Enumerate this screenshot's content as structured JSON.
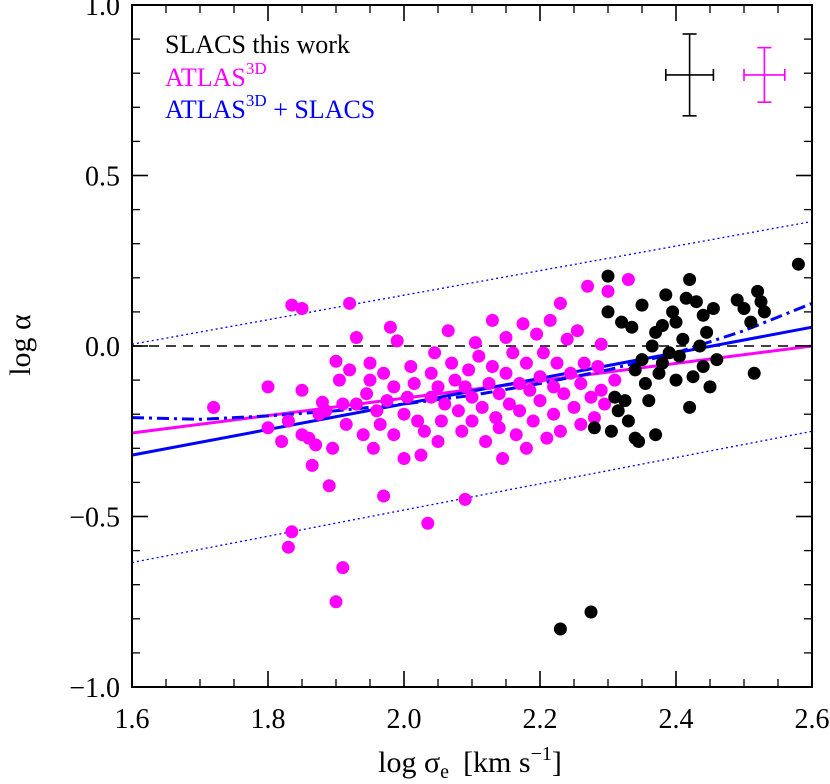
{
  "chart_data": {
    "type": "scatter",
    "xlabel": "log σ",
    "xlabel_sub": "e",
    "xlabel_unit": "[km s",
    "xlabel_unit_sup": "−1",
    "xlabel_unit_close": "]",
    "ylabel": "log α",
    "xlim": [
      1.6,
      2.6
    ],
    "ylim": [
      -1.0,
      1.0
    ],
    "x_ticks": [
      1.6,
      1.8,
      2.0,
      2.2,
      2.4,
      2.6
    ],
    "x_tick_labels": [
      "1.6",
      "1.8",
      "2.0",
      "2.2",
      "2.4",
      "2.6"
    ],
    "y_ticks": [
      -1.0,
      -0.5,
      0.0,
      0.5,
      1.0
    ],
    "y_tick_labels": [
      "−1.0",
      "−0.5",
      "0.0",
      "0.5",
      "1.0"
    ],
    "legend_position": "top-left",
    "legend": [
      {
        "text": "SLACS this work",
        "sup": "",
        "suffix": "",
        "color": "#000000"
      },
      {
        "text": "ATLAS",
        "sup": "3D",
        "suffix": "",
        "color": "#ff00ff"
      },
      {
        "text": "ATLAS",
        "sup": "3D",
        "suffix": " + SLACS",
        "color": "#0000ff"
      }
    ],
    "error_bars": [
      {
        "series": "SLACS this work",
        "color": "#000000",
        "x": 2.42,
        "y": 0.795,
        "xerr": 0.035,
        "yerr": 0.12
      },
      {
        "series": "ATLAS3D",
        "color": "#ff00ff",
        "x": 2.53,
        "y": 0.795,
        "xerr": 0.03,
        "yerr": 0.08
      }
    ],
    "reference_line": {
      "y": 0.0,
      "style": "dashed",
      "color": "#000000"
    },
    "fit_lines": [
      {
        "series": "ATLAS3D",
        "color": "#ff00ff",
        "style": "solid",
        "points": [
          [
            1.6,
            -0.255
          ],
          [
            2.6,
            0.0
          ]
        ]
      },
      {
        "series": "ATLAS3D + SLACS",
        "color": "#0000ff",
        "style": "solid",
        "points": [
          [
            1.6,
            -0.32
          ],
          [
            2.6,
            0.055
          ]
        ]
      },
      {
        "series": "ATLAS3D + SLACS",
        "color": "#0000ff",
        "style": "dotted",
        "points": [
          [
            1.6,
            0.005
          ],
          [
            2.6,
            0.365
          ]
        ]
      },
      {
        "series": "ATLAS3D + SLACS",
        "color": "#0000ff",
        "style": "dotted",
        "points": [
          [
            1.6,
            -0.635
          ],
          [
            2.6,
            -0.25
          ]
        ]
      },
      {
        "series": "ATLAS3D + SLACS",
        "color": "#0000ff",
        "style": "dashdot",
        "points": [
          [
            1.6,
            -0.21
          ],
          [
            1.7,
            -0.215
          ],
          [
            1.8,
            -0.205
          ],
          [
            1.9,
            -0.19
          ],
          [
            2.0,
            -0.17
          ],
          [
            2.1,
            -0.145
          ],
          [
            2.2,
            -0.11
          ],
          [
            2.3,
            -0.07
          ],
          [
            2.4,
            -0.02
          ],
          [
            2.5,
            0.045
          ],
          [
            2.6,
            0.125
          ]
        ]
      }
    ],
    "series": [
      {
        "name": "ATLAS3D",
        "color": "#ff00ff",
        "points": [
          [
            1.72,
            -0.18
          ],
          [
            1.8,
            -0.12
          ],
          [
            1.8,
            -0.24
          ],
          [
            1.82,
            -0.28
          ],
          [
            1.83,
            -0.22
          ],
          [
            1.83,
            -0.59
          ],
          [
            1.835,
            -0.545
          ],
          [
            1.835,
            0.12
          ],
          [
            1.85,
            0.11
          ],
          [
            1.85,
            -0.13
          ],
          [
            1.86,
            -0.27
          ],
          [
            1.85,
            -0.26
          ],
          [
            1.865,
            -0.35
          ],
          [
            1.87,
            -0.29
          ],
          [
            1.875,
            -0.2
          ],
          [
            1.88,
            -0.165
          ],
          [
            1.885,
            -0.19
          ],
          [
            1.89,
            -0.41
          ],
          [
            1.895,
            -0.3
          ],
          [
            1.9,
            -0.75
          ],
          [
            1.9,
            -0.045
          ],
          [
            1.905,
            -0.1
          ],
          [
            1.91,
            -0.65
          ],
          [
            1.91,
            -0.17
          ],
          [
            1.915,
            -0.23
          ],
          [
            1.92,
            0.125
          ],
          [
            1.92,
            -0.07
          ],
          [
            1.93,
            -0.17
          ],
          [
            1.93,
            0.025
          ],
          [
            1.94,
            -0.26
          ],
          [
            1.945,
            -0.14
          ],
          [
            1.95,
            -0.05
          ],
          [
            1.95,
            -0.1
          ],
          [
            1.955,
            -0.3
          ],
          [
            1.96,
            -0.19
          ],
          [
            1.965,
            -0.23
          ],
          [
            1.97,
            -0.44
          ],
          [
            1.97,
            -0.08
          ],
          [
            1.975,
            -0.16
          ],
          [
            1.98,
            0.055
          ],
          [
            1.985,
            -0.12
          ],
          [
            1.985,
            -0.26
          ],
          [
            1.99,
            0.015
          ],
          [
            2.0,
            -0.2
          ],
          [
            2.0,
            -0.33
          ],
          [
            2.005,
            -0.15
          ],
          [
            2.01,
            -0.06
          ],
          [
            2.015,
            -0.11
          ],
          [
            2.02,
            -0.22
          ],
          [
            2.025,
            -0.32
          ],
          [
            2.03,
            -0.25
          ],
          [
            2.035,
            -0.52
          ],
          [
            2.04,
            -0.08
          ],
          [
            2.04,
            -0.15
          ],
          [
            2.045,
            -0.02
          ],
          [
            2.05,
            -0.12
          ],
          [
            2.05,
            -0.28
          ],
          [
            2.055,
            -0.22
          ],
          [
            2.06,
            -0.17
          ],
          [
            2.065,
            0.045
          ],
          [
            2.07,
            -0.05
          ],
          [
            2.075,
            -0.1
          ],
          [
            2.08,
            -0.19
          ],
          [
            2.085,
            -0.25
          ],
          [
            2.09,
            -0.12
          ],
          [
            2.09,
            -0.45
          ],
          [
            2.095,
            -0.07
          ],
          [
            2.1,
            -0.15
          ],
          [
            2.1,
            -0.22
          ],
          [
            2.105,
            0.01
          ],
          [
            2.11,
            -0.03
          ],
          [
            2.115,
            -0.18
          ],
          [
            2.12,
            -0.28
          ],
          [
            2.125,
            -0.11
          ],
          [
            2.13,
            0.075
          ],
          [
            2.13,
            -0.06
          ],
          [
            2.135,
            -0.21
          ],
          [
            2.14,
            -0.14
          ],
          [
            2.14,
            -0.24
          ],
          [
            2.145,
            -0.33
          ],
          [
            2.15,
            0.025
          ],
          [
            2.15,
            -0.08
          ],
          [
            2.155,
            -0.17
          ],
          [
            2.16,
            -0.02
          ],
          [
            2.165,
            -0.26
          ],
          [
            2.17,
            -0.11
          ],
          [
            2.17,
            -0.19
          ],
          [
            2.175,
            0.065
          ],
          [
            2.18,
            -0.05
          ],
          [
            2.18,
            -0.3
          ],
          [
            2.185,
            -0.13
          ],
          [
            2.19,
            -0.22
          ],
          [
            2.195,
            0.035
          ],
          [
            2.2,
            -0.09
          ],
          [
            2.2,
            -0.16
          ],
          [
            2.205,
            -0.02
          ],
          [
            2.21,
            -0.27
          ],
          [
            2.215,
            0.075
          ],
          [
            2.22,
            -0.12
          ],
          [
            2.22,
            -0.2
          ],
          [
            2.225,
            -0.05
          ],
          [
            2.23,
            0.125
          ],
          [
            2.23,
            -0.25
          ],
          [
            2.235,
            -0.14
          ],
          [
            2.24,
            0.02
          ],
          [
            2.245,
            -0.08
          ],
          [
            2.25,
            -0.18
          ],
          [
            2.255,
            0.045
          ],
          [
            2.26,
            -0.11
          ],
          [
            2.26,
            -0.23
          ],
          [
            2.265,
            -0.05
          ],
          [
            2.27,
            0.175
          ],
          [
            2.275,
            -0.15
          ],
          [
            2.28,
            -0.21
          ],
          [
            2.285,
            -0.06
          ],
          [
            2.29,
            -0.13
          ],
          [
            2.29,
            0.005
          ],
          [
            2.295,
            -0.17
          ],
          [
            2.3,
            0.16
          ],
          [
            2.31,
            -0.1
          ],
          [
            2.33,
            0.195
          ]
        ]
      },
      {
        "name": "SLACS this work",
        "color": "#000000",
        "points": [
          [
            2.23,
            -0.83
          ],
          [
            2.275,
            -0.78
          ],
          [
            2.28,
            -0.24
          ],
          [
            2.3,
            0.205
          ],
          [
            2.3,
            0.1
          ],
          [
            2.305,
            -0.25
          ],
          [
            2.31,
            -0.15
          ],
          [
            2.315,
            -0.19
          ],
          [
            2.32,
            0.07
          ],
          [
            2.325,
            -0.16
          ],
          [
            2.33,
            -0.22
          ],
          [
            2.335,
            0.055
          ],
          [
            2.34,
            -0.27
          ],
          [
            2.34,
            -0.07
          ],
          [
            2.345,
            -0.28
          ],
          [
            2.35,
            0.12
          ],
          [
            2.35,
            -0.04
          ],
          [
            2.355,
            -0.11
          ],
          [
            2.36,
            -0.16
          ],
          [
            2.365,
            0.0
          ],
          [
            2.37,
            -0.26
          ],
          [
            2.37,
            0.04
          ],
          [
            2.375,
            -0.08
          ],
          [
            2.38,
            0.06
          ],
          [
            2.38,
            -0.05
          ],
          [
            2.385,
            0.15
          ],
          [
            2.39,
            -0.02
          ],
          [
            2.395,
            0.1
          ],
          [
            2.4,
            0.07
          ],
          [
            2.4,
            -0.1
          ],
          [
            2.405,
            -0.03
          ],
          [
            2.41,
            0.02
          ],
          [
            2.415,
            0.14
          ],
          [
            2.42,
            -0.18
          ],
          [
            2.42,
            0.195
          ],
          [
            2.425,
            -0.09
          ],
          [
            2.43,
            0.13
          ],
          [
            2.435,
            0.0
          ],
          [
            2.44,
            0.09
          ],
          [
            2.44,
            -0.06
          ],
          [
            2.445,
            0.04
          ],
          [
            2.45,
            -0.12
          ],
          [
            2.455,
            0.11
          ],
          [
            2.46,
            -0.04
          ],
          [
            2.49,
            0.135
          ],
          [
            2.5,
            0.11
          ],
          [
            2.51,
            0.07
          ],
          [
            2.515,
            -0.08
          ],
          [
            2.52,
            0.16
          ],
          [
            2.525,
            0.13
          ],
          [
            2.53,
            0.1
          ],
          [
            2.58,
            0.24
          ]
        ]
      }
    ]
  }
}
